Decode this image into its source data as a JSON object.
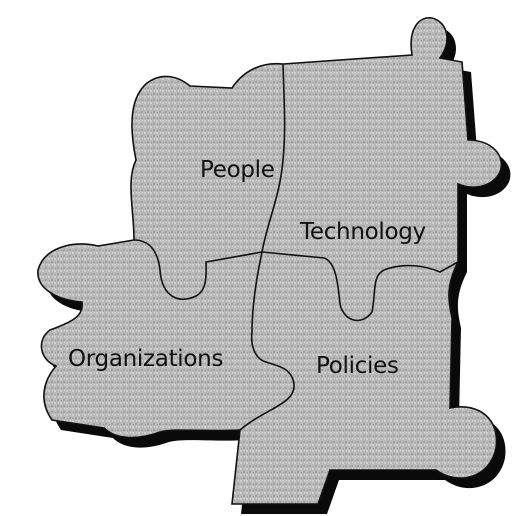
{
  "pieces": {
    "people": {
      "label": "People"
    },
    "technology": {
      "label": "Technology"
    },
    "organizations": {
      "label": "Organizations"
    },
    "policies": {
      "label": "Policies"
    }
  },
  "colors": {
    "piece_fill": "#b9b9b9",
    "piece_stroke": "#111111",
    "shadow": "#0a0a0a",
    "text": "#111111",
    "background": "#ffffff"
  }
}
